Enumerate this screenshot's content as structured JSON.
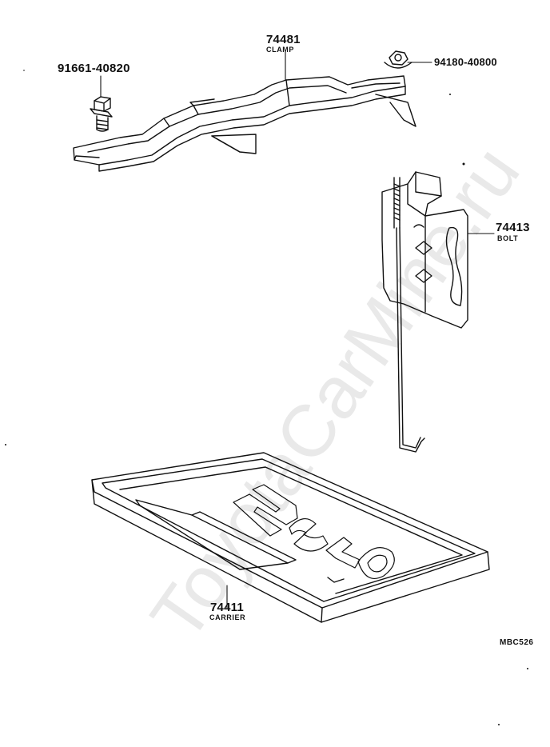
{
  "watermark": "ToyotaCarMine.ru",
  "tray_stamp": "NS40",
  "figure_code": "MBC526",
  "parts": {
    "clamp": {
      "number": "74481",
      "name": "CLAMP"
    },
    "bolt_flange": {
      "number": "91661-40820"
    },
    "nut": {
      "number": "94180-40800"
    },
    "bolt": {
      "number": "74413",
      "name": "BOLT"
    },
    "carrier": {
      "number": "74411",
      "name": "CARRIER"
    }
  }
}
